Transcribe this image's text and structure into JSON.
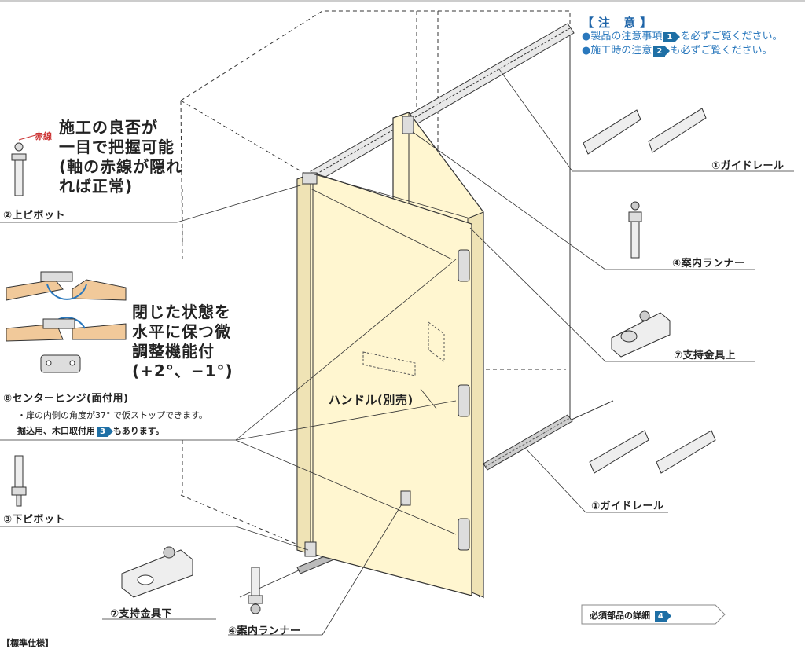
{
  "notice": {
    "title": "【注 意】",
    "line1_a": "●製品の注意事項",
    "line1_badge": "1",
    "line1_b": "を必ずご覧ください。",
    "line2_a": "●施工時の注意",
    "line2_badge": "2",
    "line2_b": "も必ずご覧ください。"
  },
  "callout_top": {
    "marker": "赤線",
    "text_lines": [
      "施工の良否が",
      "一目で把握可能",
      "(軸の赤線が隠れ",
      "れば正常)"
    ]
  },
  "callout_hinge": {
    "text_lines": [
      "閉じた状態を",
      "水平に保つ微",
      "調整機能付",
      "(+2°、−1°)"
    ],
    "note1": "・扉の内側の角度が37° で仮ストップできます。",
    "note2_a": "掘込用、木口取付用",
    "note2_badge": "3",
    "note2_b": "もあります。"
  },
  "labels": {
    "upper_pivot": "②上ピボット",
    "center_hinge": "⑧センターヒンジ(面付用)",
    "lower_pivot": "③下ピボット",
    "support_lower": "⑦支持金具下",
    "runner_bottom": "④案内ランナー",
    "guide_rail_top": "①ガイドレール",
    "runner_right": "④案内ランナー",
    "support_upper": "⑦支持金具上",
    "guide_rail_bottom": "①ガイドレール",
    "handle": "ハンドル(別売)",
    "required_parts": "必須部品の詳細",
    "required_badge": "4",
    "cut_off": "【標準仕様】"
  }
}
